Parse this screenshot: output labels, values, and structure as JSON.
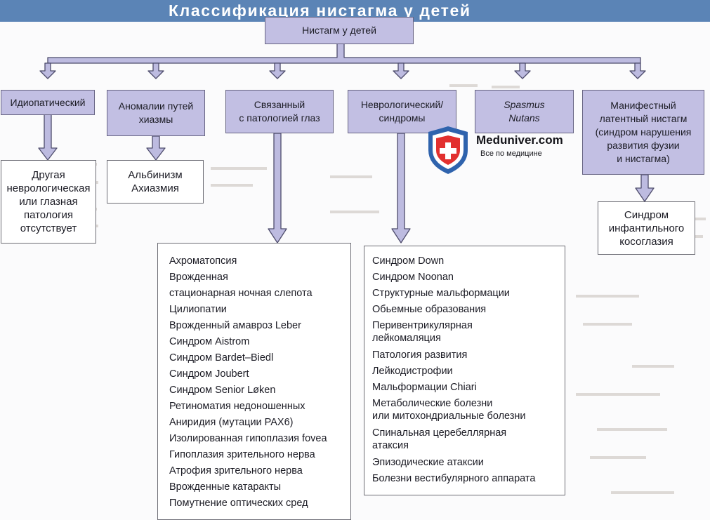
{
  "title": "Классификация нистагма у детей",
  "root": [
    "Нистагм у детей"
  ],
  "categories": [
    {
      "id": "idiopathic",
      "lines": [
        "Идиопатический"
      ]
    },
    {
      "id": "chiasm",
      "lines": [
        "Аномалии путей",
        "хиазмы"
      ]
    },
    {
      "id": "eye",
      "lines": [
        "Связанный",
        "с патологией глаз"
      ]
    },
    {
      "id": "neuro",
      "lines": [
        "Неврологический/",
        "синдромы"
      ]
    },
    {
      "id": "spasmus",
      "lines": [
        "Spasmus",
        "Nutans"
      ]
    },
    {
      "id": "manifest",
      "lines": [
        "Манифестный",
        "латентный нистагм",
        "(синдром нарушения",
        "развития фузии",
        "и нистагма)"
      ]
    }
  ],
  "details": {
    "idiopathic": [
      "Другая",
      "неврологическая",
      "или глазная",
      "патология",
      "отсутствует"
    ],
    "chiasm": [
      "Альбинизм",
      "Ахиазмия"
    ],
    "manifest": [
      "Синдром",
      "инфантильного",
      "косоглазия"
    ]
  },
  "eye_list": [
    "Ахроматопсия",
    "Врожденная",
    "стационарная ночная слепота",
    "Цилиопатии",
    "Врожденный амавроз Leber",
    "Синдром Aistrom",
    "Синдром Bardet–Biedl",
    "Синдром Joubert",
    "Синдром Senior Løken",
    "Ретиноматия недоношенных",
    "Аниридия (мутации PAX6)",
    "Изолированная гипоплазия fovea",
    "Гипоплазия зрительного нерва",
    "Атрофия зрительного нерва",
    "Врожденные катаракты",
    "Помутнение оптических сред"
  ],
  "neuro_list": [
    "Синдром Down",
    "Синдром Noonan",
    "Структурные мальформации",
    "Обьемные образования",
    "Перивентрикулярная",
    "лейкомаляция",
    "Патология развития",
    "Лейкодистрофии",
    "Мальформации Chiari",
    "Метаболические болезни",
    "или митохондриальные болезни",
    "Спинальная церебеллярная",
    "атаксия",
    "Эпизодические атаксии",
    "Болезни вестибулярного аппарата"
  ],
  "watermark": {
    "name": "Meduniver.com",
    "tagline": "Все по медицине"
  },
  "colors": {
    "title_bar": "#5b84b6",
    "category_fill": "#c2bfe3",
    "arrow_fill": "#bdbbe0",
    "logo_blue": "#2f63ad",
    "logo_red": "#e2302f"
  }
}
